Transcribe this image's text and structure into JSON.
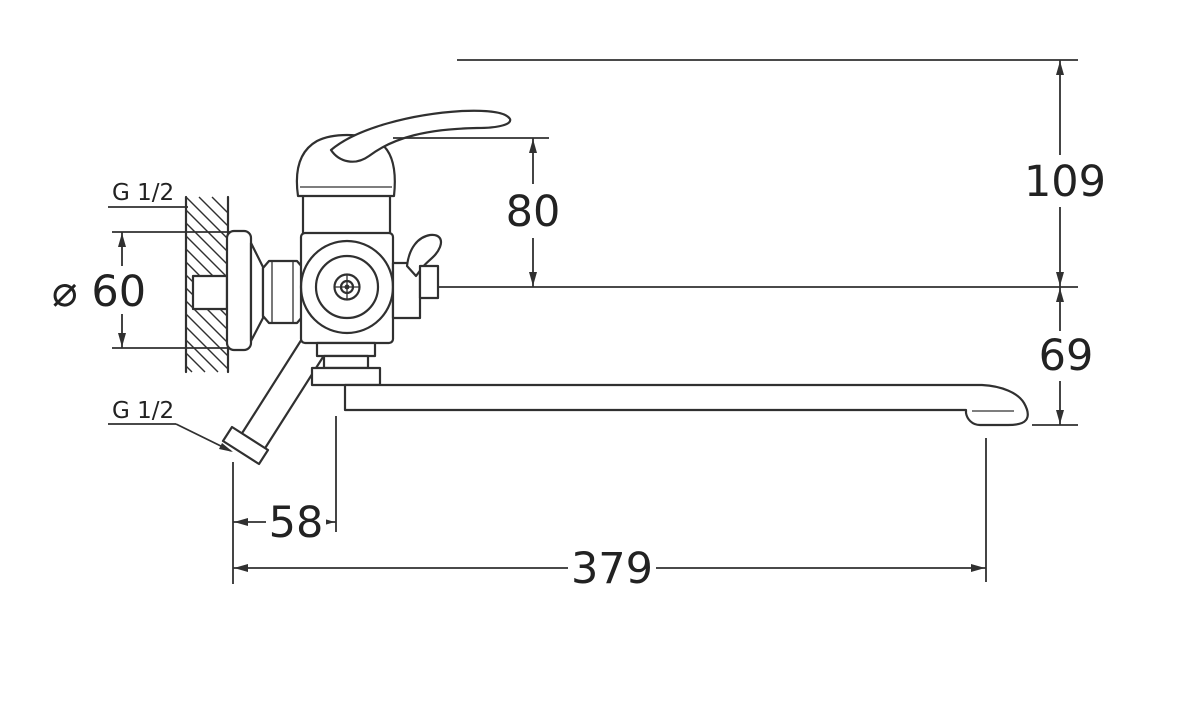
{
  "diagram": {
    "type": "technical-drawing-faucet",
    "labels": {
      "g_half_top": "G 1/2",
      "g_half_bottom": "G 1/2",
      "diameter_60": "⌀ 60",
      "height_80": "80",
      "height_109": "109",
      "height_69": "69",
      "width_58": "58",
      "width_379": "379"
    },
    "colors": {
      "line": "#303030",
      "text": "#222222",
      "background": "#ffffff"
    }
  }
}
